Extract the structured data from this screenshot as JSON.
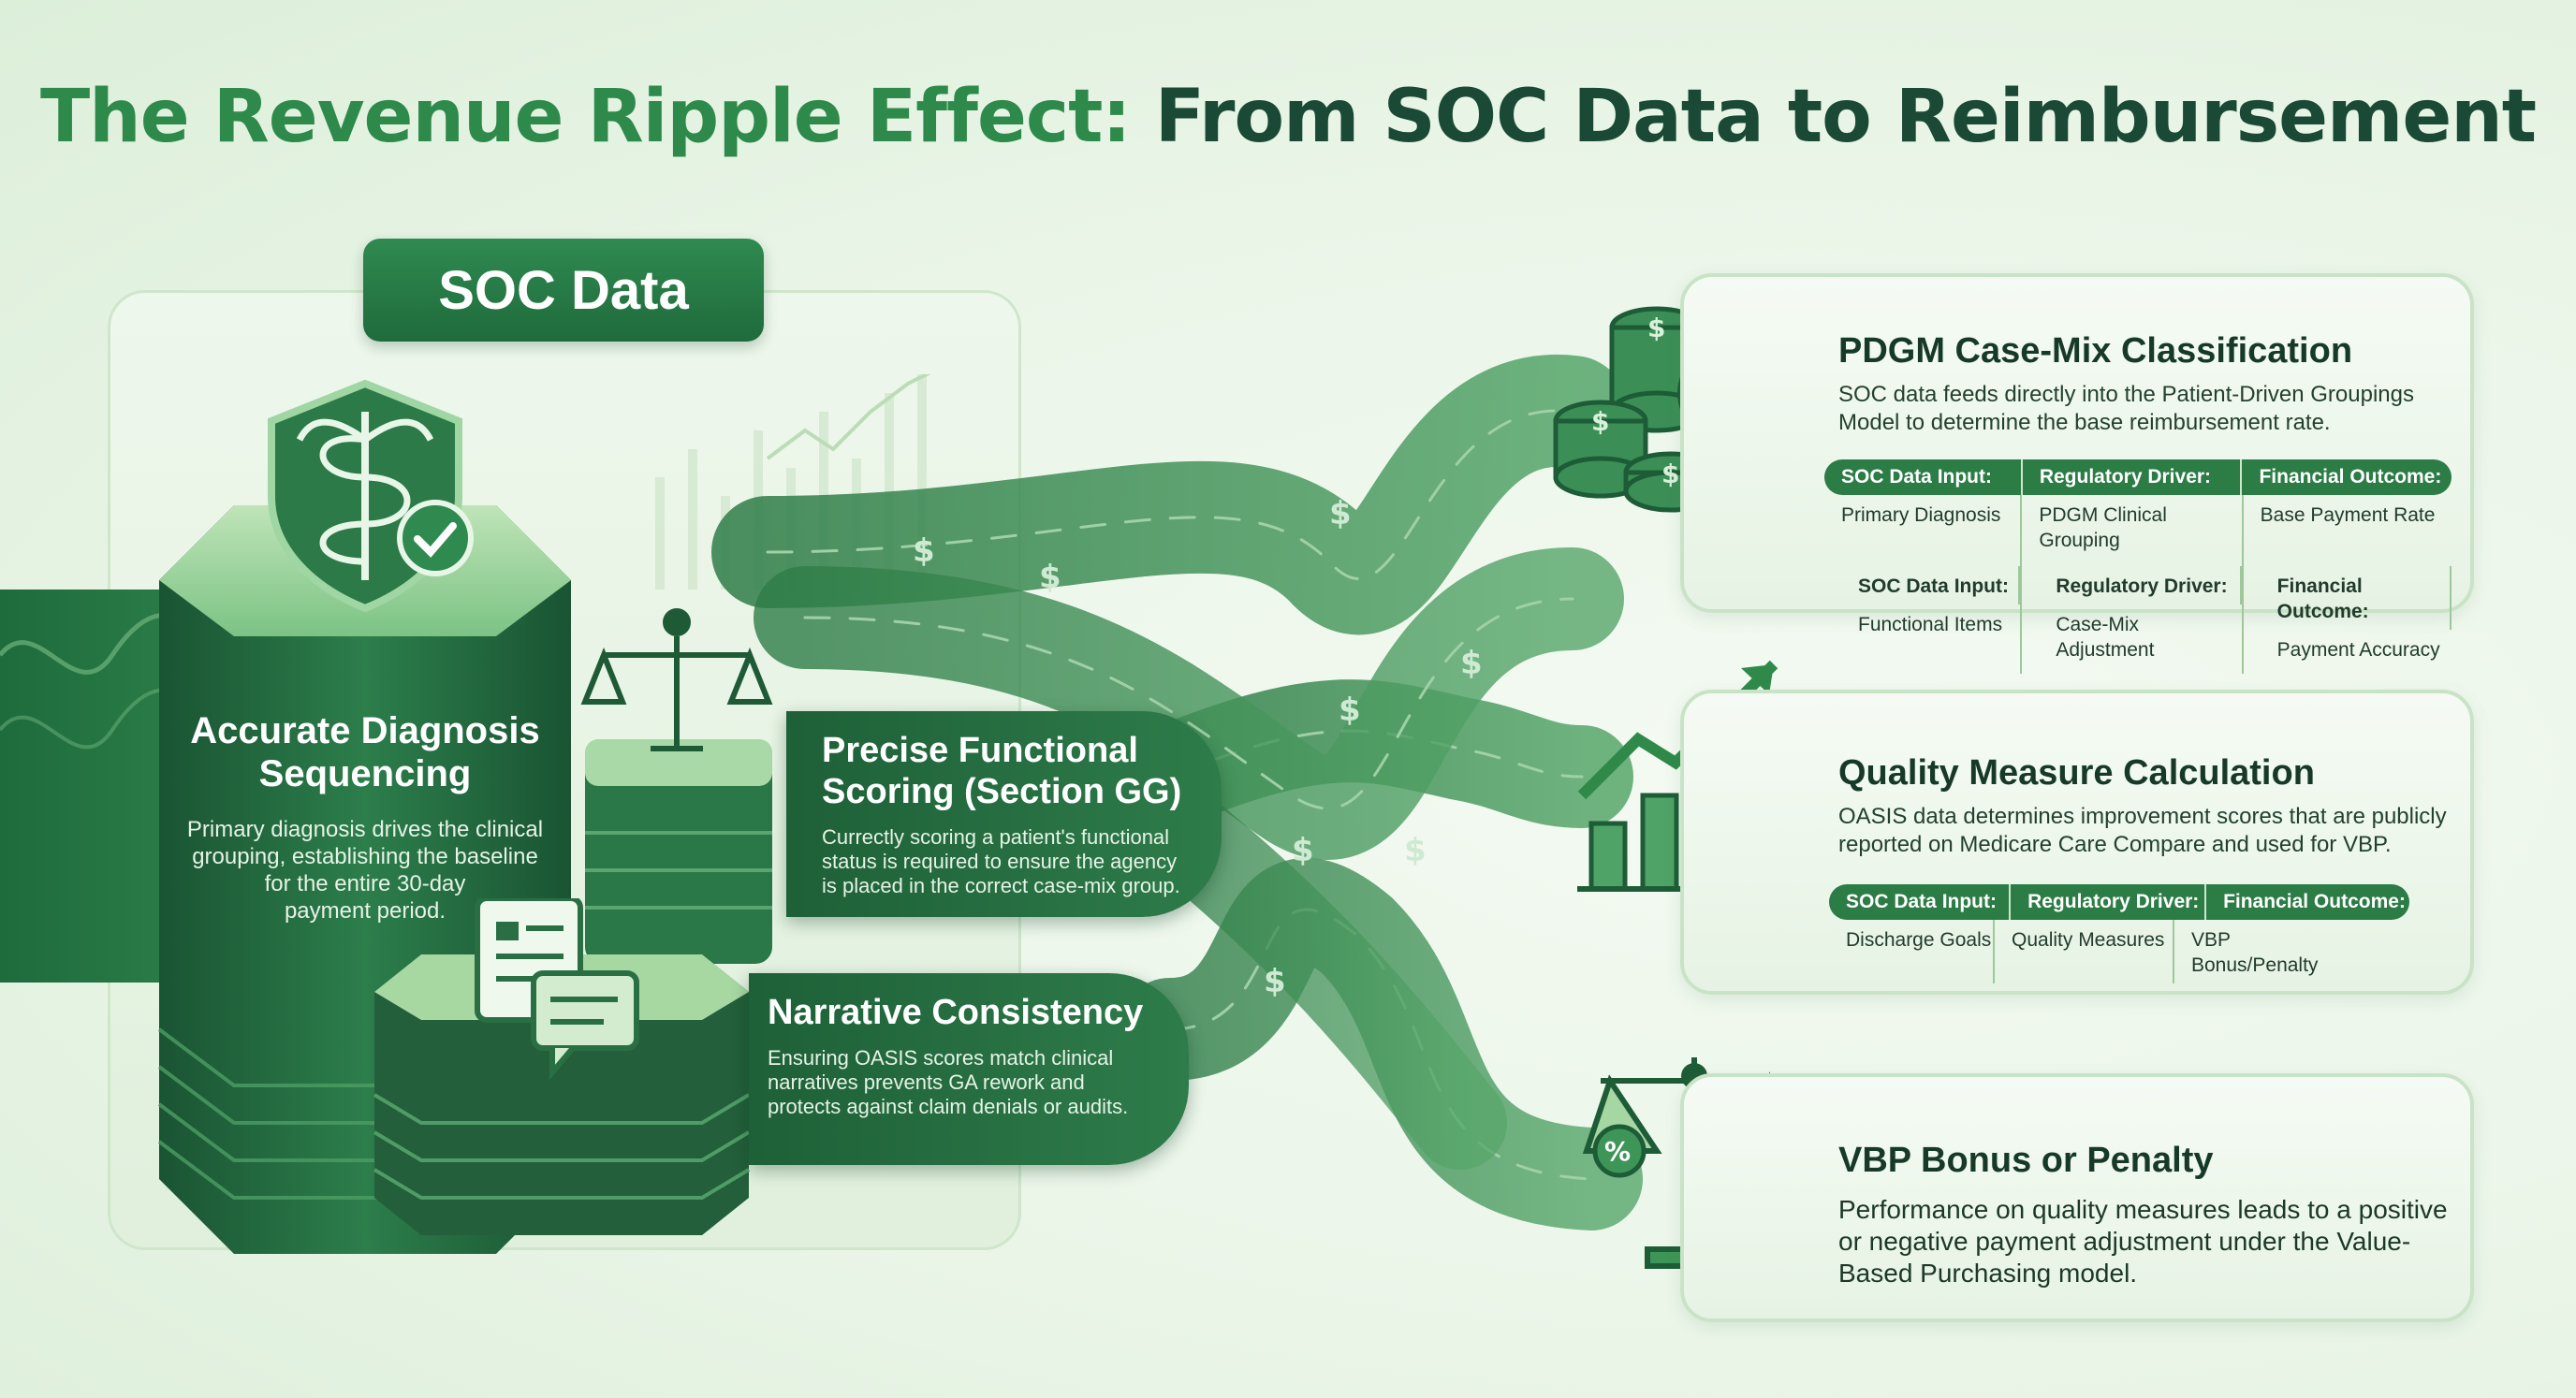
{
  "title": {
    "part1": "The Revenue Ripple Effect:",
    "part2": "From SOC Data to Reimbursement"
  },
  "soc_badge": "SOC Data",
  "left": {
    "diagnosis": {
      "title_line1": "Accurate Diagnosis",
      "title_line2": "Sequencing",
      "desc_lines": [
        "Primary diagnosis drives the clinical",
        "grouping, establishing the baseline",
        "for the entire 30-day",
        "payment period."
      ]
    },
    "functional": {
      "title_line1": "Precise Functional",
      "title_line2": "Scoring (Section GG)",
      "desc_lines": [
        "Currectly scoring a patient's functional",
        "status is required to ensure the agency",
        "is placed in the correct case-mix group."
      ]
    },
    "narrative": {
      "title": "Narrative Consistency",
      "desc_lines": [
        "Ensuring OASIS scores match clinical",
        "narratives prevents GA rework and",
        "protects against claim denials or audits."
      ]
    }
  },
  "right": {
    "pdgm": {
      "title": "PDGM Case-Mix Classification",
      "desc_lines": [
        "SOC data feeds directly into the Patient-Driven Groupings",
        "Model to determine the base reimbursement rate."
      ],
      "headers": [
        "SOC Data Input:",
        "Regulatory Driver:",
        "Financial Outcome:"
      ],
      "row1": [
        "Primary Diagnosis",
        "PDGM Clinical Grouping",
        "Base Payment Rate"
      ],
      "row2_labels": [
        "SOC Data Input:",
        "Regulatory Driver:",
        "Financial Outcome:"
      ],
      "row2_values": [
        "Functional Items",
        "Case-Mix Adjustment",
        "Payment Accuracy"
      ]
    },
    "quality": {
      "title": "Quality Measure Calculation",
      "desc_lines": [
        "OASIS data determines improvement scores that are publicly",
        "reported on Medicare Care Compare and used for VBP."
      ],
      "headers": [
        "SOC Data Input:",
        "Regulatory Driver:",
        "Financial Outcome:"
      ],
      "row1": [
        "Discharge Goals",
        "Quality Measures",
        "VBP Bonus/Penalty"
      ]
    },
    "vbp": {
      "title": "VBP Bonus or Penalty",
      "desc_lines": [
        "Performance on quality measures leads to a positive",
        "or negative payment adjustment under the Value-",
        "Based Purchasing model."
      ]
    }
  },
  "colors": {
    "brand_dark": "#1a4a35",
    "brand_green": "#2e8a4a",
    "pill_green": "#1e6038",
    "table_header": "#2c7c46"
  }
}
